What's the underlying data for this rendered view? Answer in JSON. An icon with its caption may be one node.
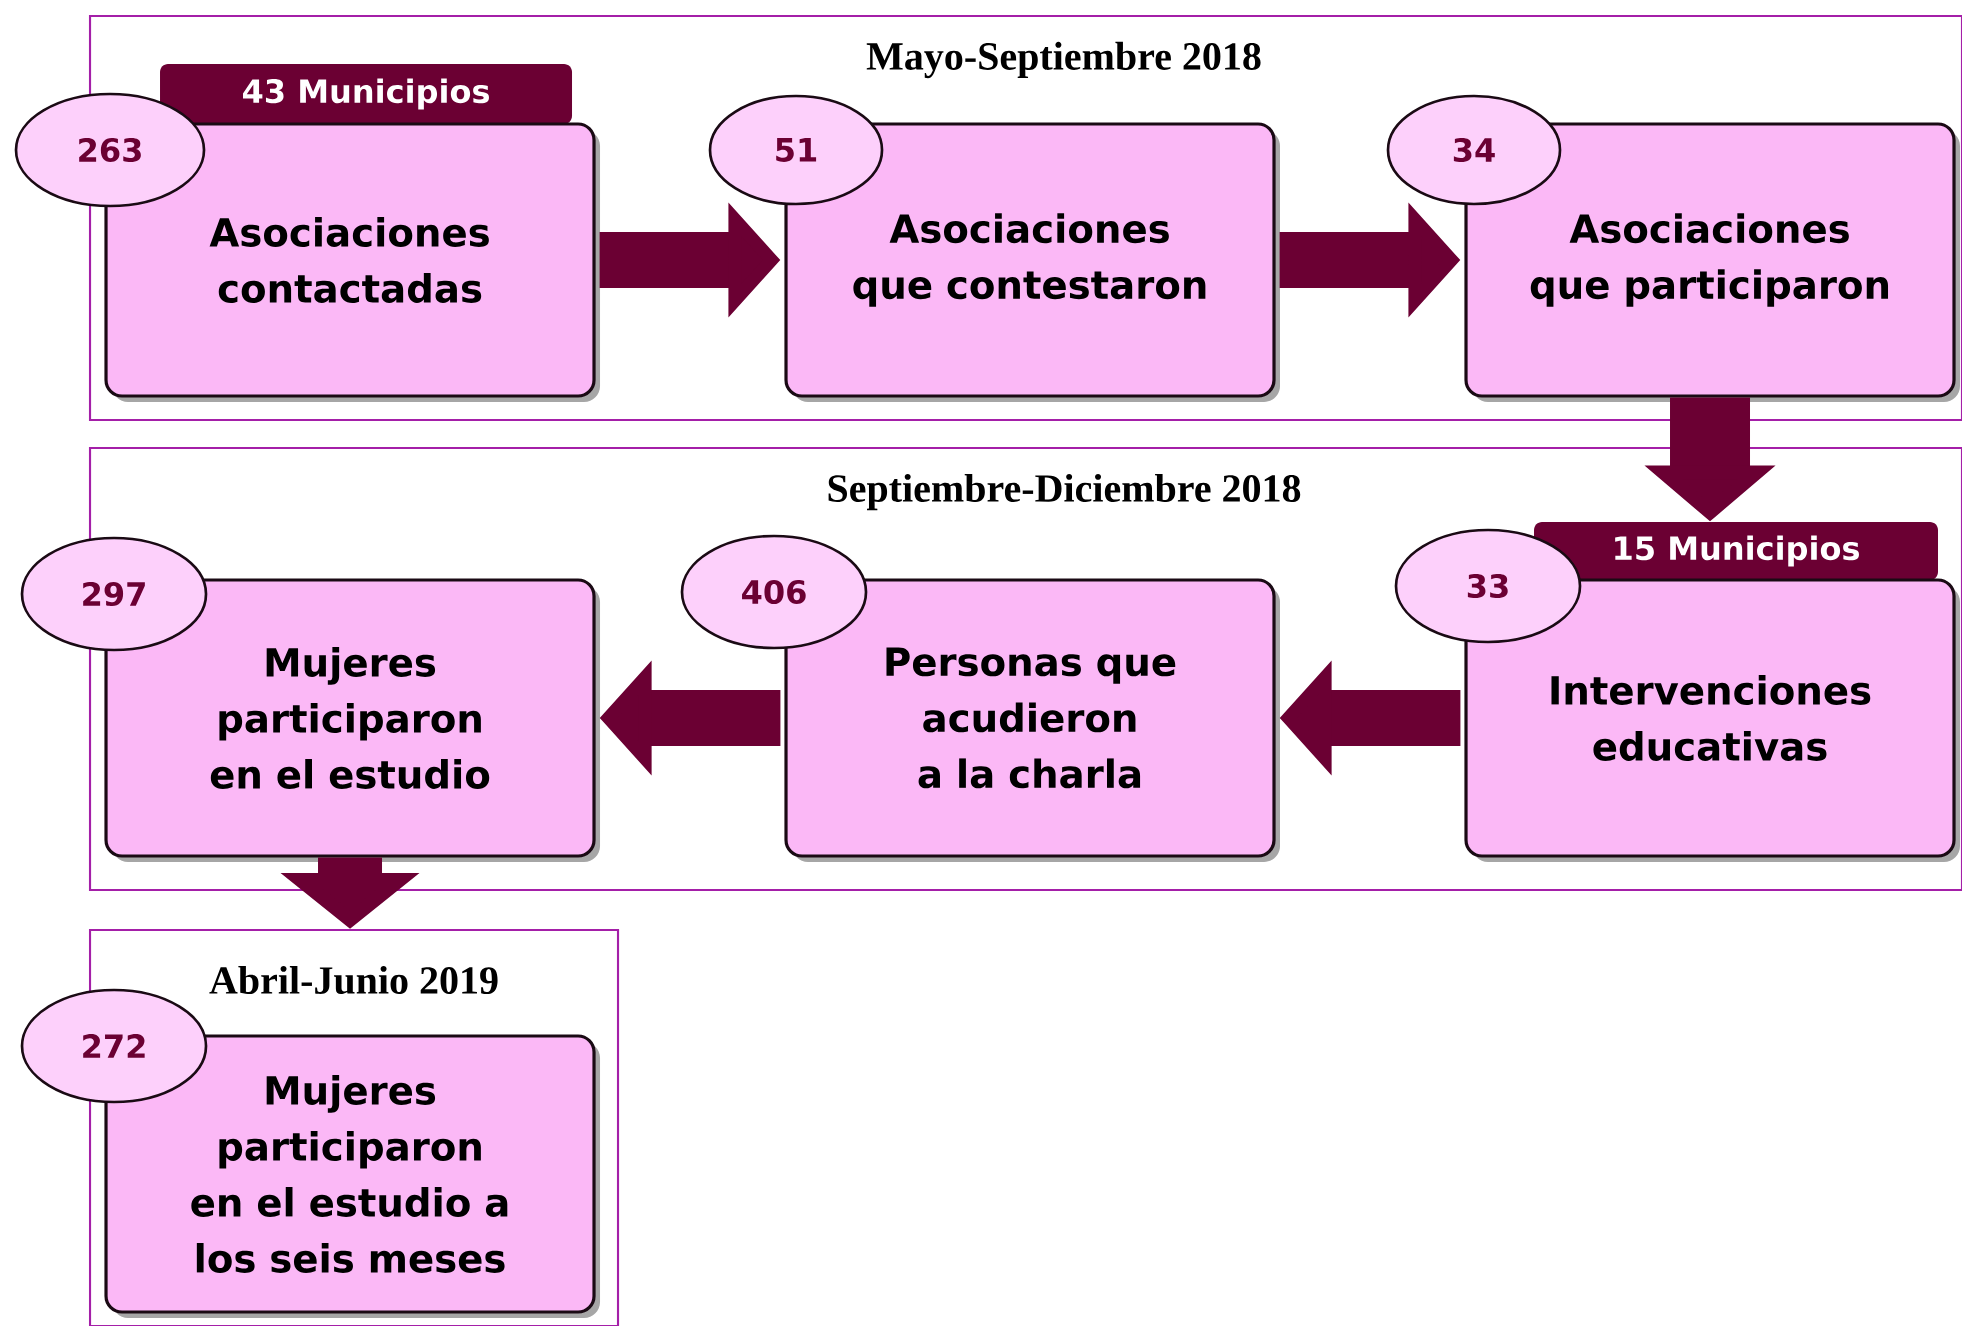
{
  "diagram": {
    "nodes": [
      {
        "text": [
          "Mayo-Septiembre 2018"
        ]
      },
      {
        "text": [
          "Asociaciones contactadas"
        ],
        "in": 0
      },
      {
        "text": [
          "263"
        ]
      },
      {
        "text": [
          "43 Municipios"
        ],
        "in": 0
      },
      {
        "text": [
          "Asociaciones que contestaron"
        ],
        "in": 0
      },
      {
        "text": [
          "51"
        ],
        "in": 0
      },
      {
        "text": [
          "Asociaciones que participaron"
        ],
        "in": 0
      },
      {
        "text": [
          "34"
        ],
        "in": 0
      },
      {
        "text": [
          "Septiembre-Diciembre 2018"
        ]
      },
      {
        "text": [
          "Intervenciones educativas"
        ],
        "in": 8
      },
      {
        "text": [
          "33"
        ],
        "in": 8
      },
      {
        "text": [
          "15 Municipios"
        ],
        "in": 8
      },
      {
        "text": [
          "Personas que acudieron a la charla"
        ],
        "in": 8
      },
      {
        "text": [
          "406"
        ],
        "in": 8
      },
      {
        "text": [
          "Mujeres participaron en el estudio"
        ],
        "in": 8
      },
      {
        "text": [
          "297"
        ]
      },
      {
        "text": [
          "Abril-Junio 2019"
        ]
      },
      {
        "text": [
          "Mujeres participaron en el estudio a los seis meses"
        ],
        "in": 16
      },
      {
        "text": [
          "272"
        ]
      }
    ],
    "edges": [
      {
        "from": 1,
        "to": 4,
        "arrow": "to"
      },
      {
        "from": 4,
        "to": 6,
        "arrow": "to"
      },
      {
        "from": 6,
        "to": 11,
        "arrow": "to"
      },
      {
        "from": 9,
        "to": 12,
        "arrow": "to"
      },
      {
        "from": 12,
        "to": 14,
        "arrow": "to"
      },
      {
        "from": 14,
        "to": 16,
        "arrow": "to"
      }
    ]
  }
}
